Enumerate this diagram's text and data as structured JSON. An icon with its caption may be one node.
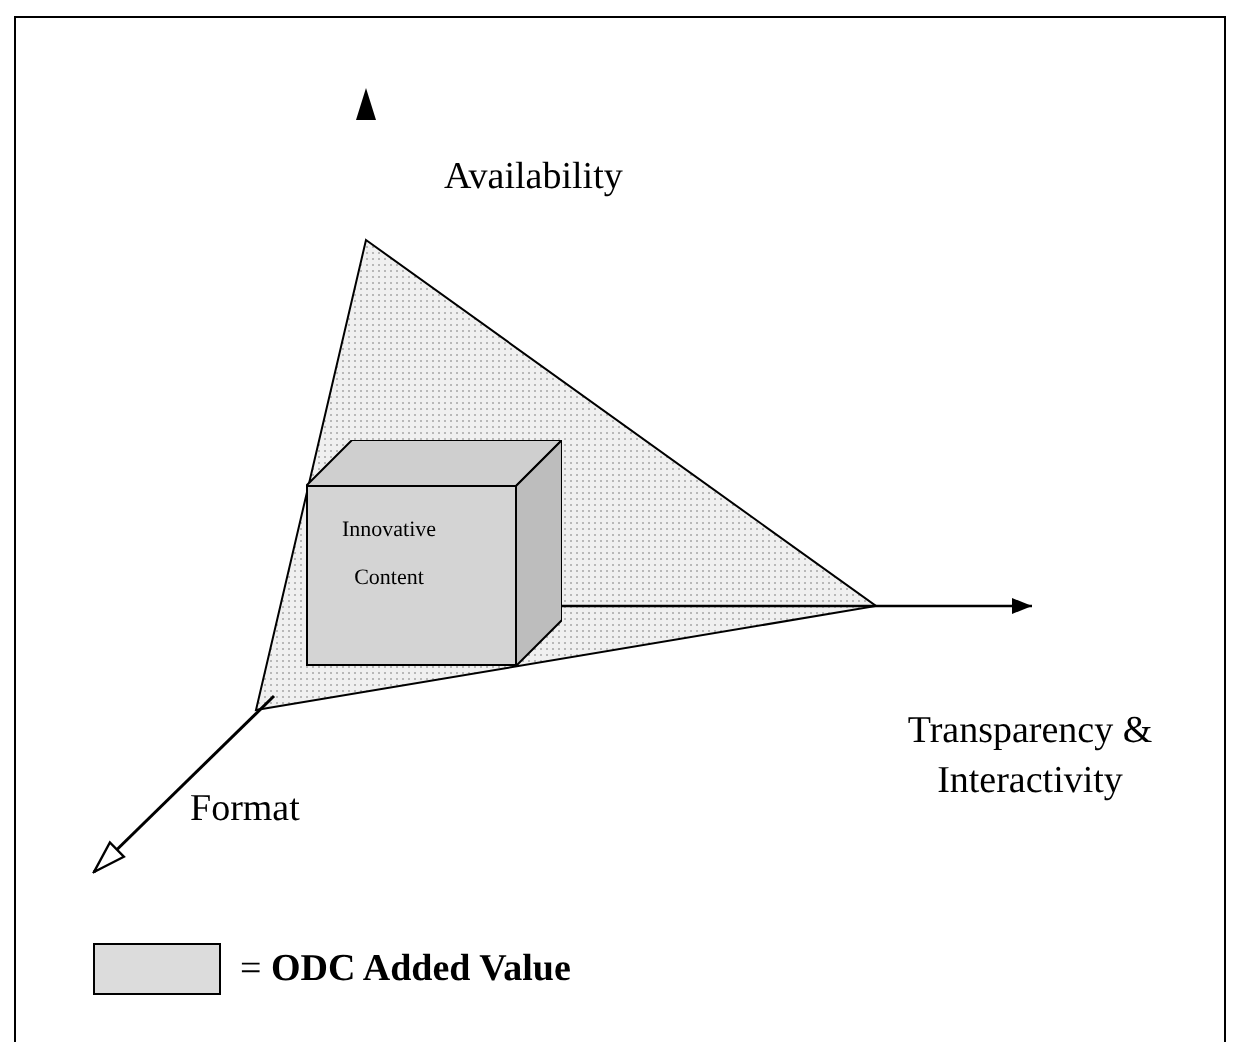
{
  "diagram": {
    "nodes": [
      {
        "text": [
          "Innovative Content"
        ]
      }
    ],
    "labels": [
      "Availability",
      "Transparency & Interactivity",
      "Format"
    ],
    "legend": [
      {
        "text": "= **ODC Added Value**",
        "color": "#dcdcdc"
      }
    ]
  }
}
